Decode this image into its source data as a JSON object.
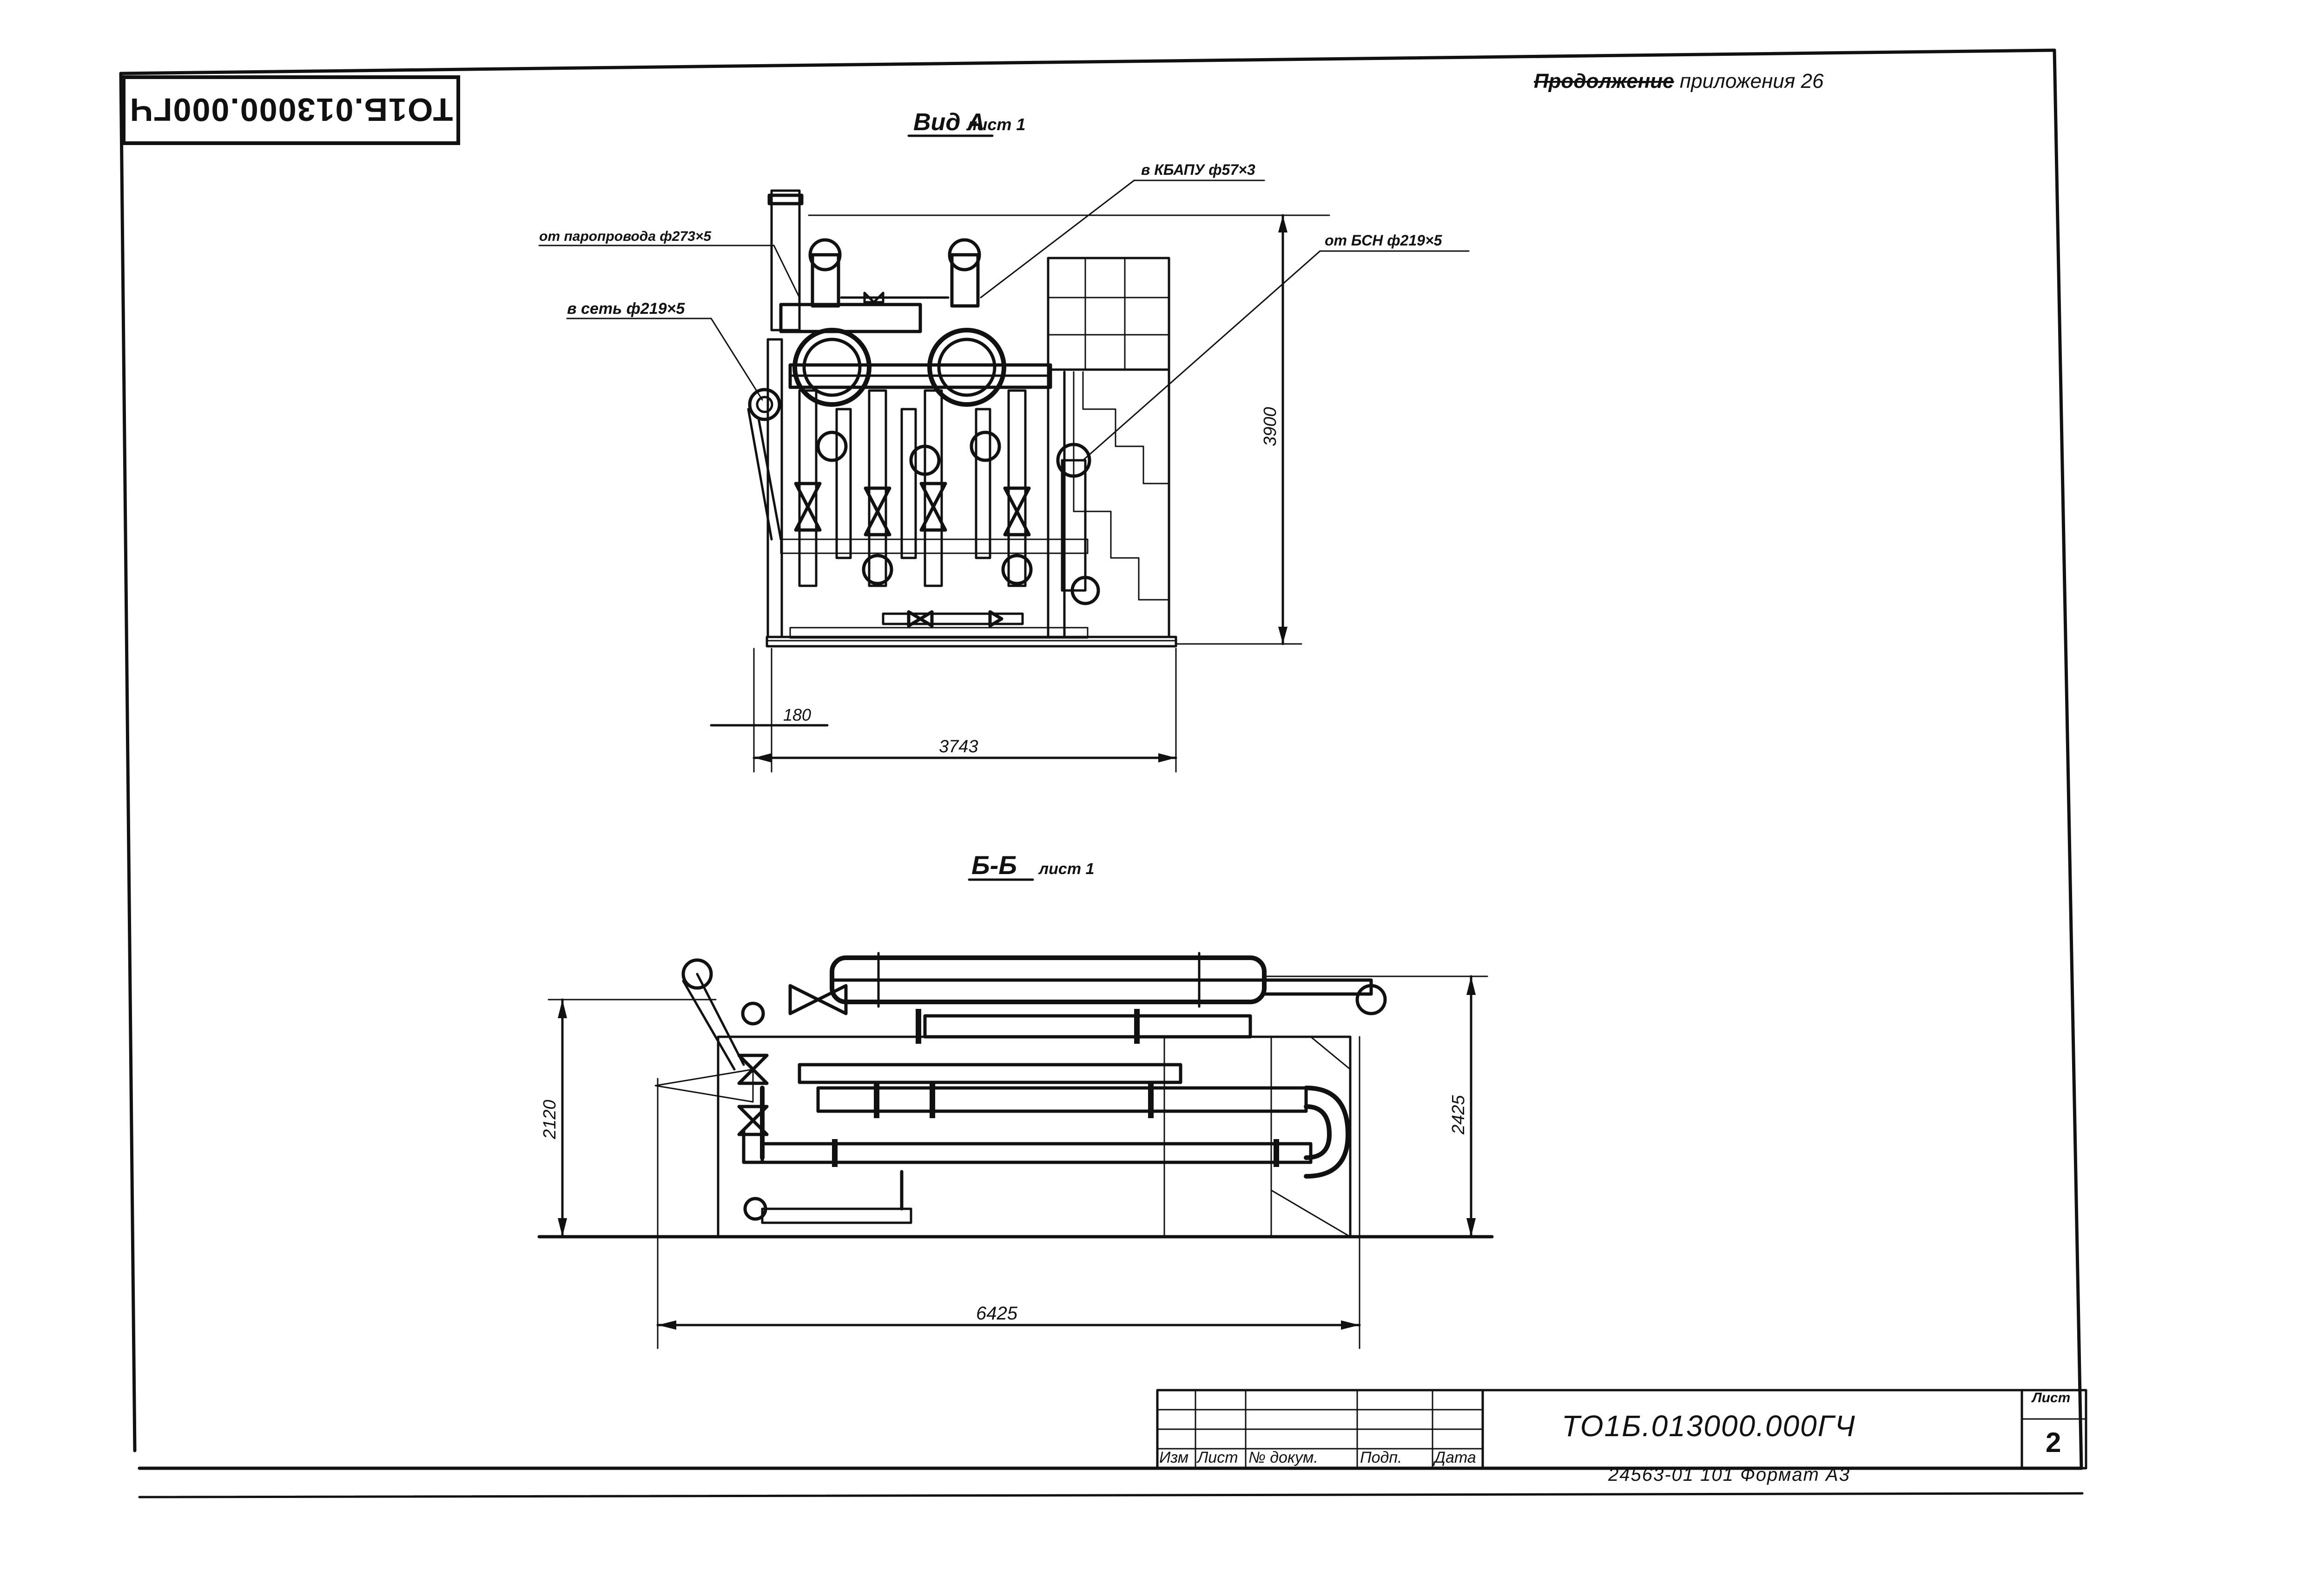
{
  "stamp": {
    "code": "ТО1Б.013000.000ГЧ"
  },
  "header_note": {
    "struck": "Продолжение",
    "rest": "приложения 26"
  },
  "views": {
    "view_a": {
      "title": "Вид А",
      "sheet_ref": "лист 1",
      "labels": {
        "kbapu": "в КБАПУ ф57×3",
        "steam_pipe": "от паропровода ф273×5",
        "bsn": "от БСН ф219×5",
        "network": "в сеть ф219×5"
      },
      "dimensions": {
        "height": "3900",
        "offset": "180",
        "width": "3743"
      }
    },
    "section_bb": {
      "title": "Б-Б",
      "sheet_ref": "лист 1",
      "dimensions": {
        "height_left": "2120",
        "height_right": "2425",
        "length": "6425"
      }
    }
  },
  "title_block": {
    "designation": "ТО1Б.013000.000ГЧ",
    "sheet_label": "Лист",
    "sheet_number": "2",
    "columns": [
      "Изм",
      "Лист",
      "№ докум.",
      "Подп.",
      "Дата"
    ],
    "bottom_code": "24563-01  101  Формат А3"
  }
}
